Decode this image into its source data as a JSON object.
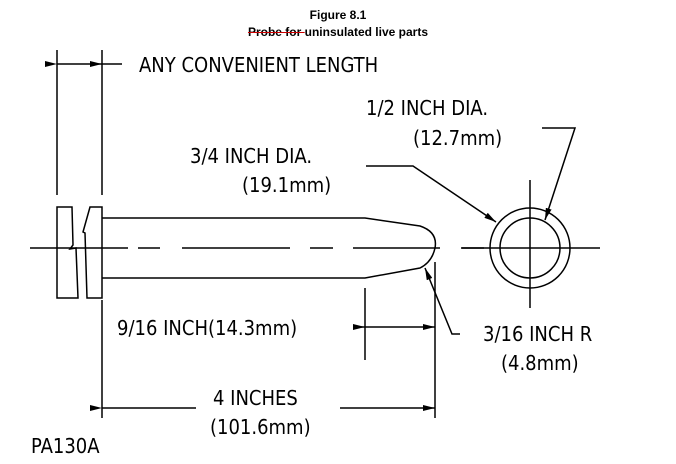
{
  "figure": {
    "number": "Figure 8.1",
    "subtitle_struck": "Probe for ",
    "subtitle_rest": "uninsulated live parts",
    "strike_color": "#cc0000"
  },
  "labels": {
    "any_length": "ANY CONVENIENT LENGTH",
    "half_inch_dia": "1/2 INCH DIA.",
    "half_inch_mm": "(12.7mm)",
    "three_quarter_dia": "3/4 INCH DIA.",
    "three_quarter_mm": "(19.1mm)",
    "nine_sixteenth": "9/16 INCH(14.3mm)",
    "three_sixteenth_r": "3/16 INCH R",
    "three_sixteenth_mm": "(4.8mm)",
    "four_inches": "4 INCHES",
    "four_inches_mm": "(101.6mm)",
    "drawing_id": "PA130A"
  }
}
